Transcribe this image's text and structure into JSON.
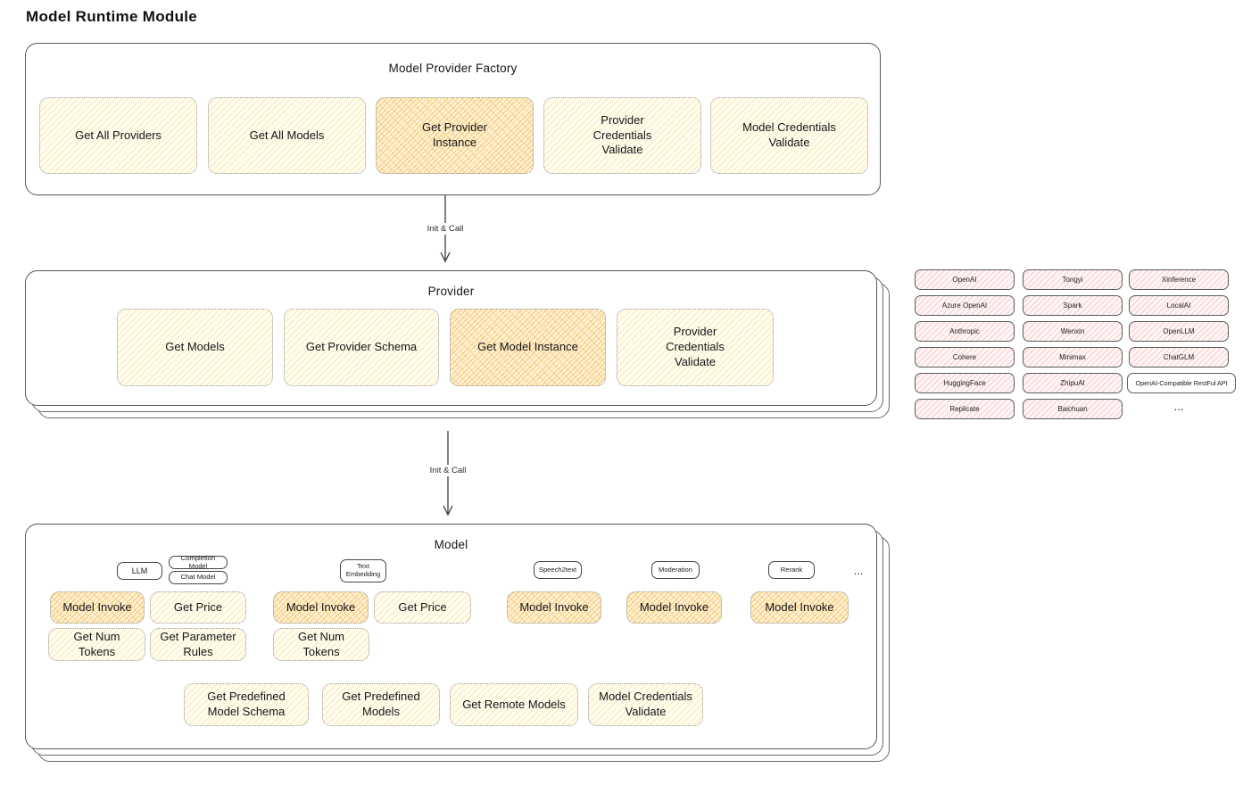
{
  "page_title": "Model Runtime Module",
  "colors": {
    "yellow_fill": "#fffdf0",
    "orange_fill": "#fdf1d3",
    "pink_fill": "#fef6f6",
    "blue_fill": "#f2f8fd",
    "border": "#585858"
  },
  "factory": {
    "title": "Model Provider Factory",
    "boxes": [
      {
        "label": "Get All Providers",
        "variant": "yellow"
      },
      {
        "label": "Get All Models",
        "variant": "yellow"
      },
      {
        "label": "Get Provider Instance",
        "variant": "orange"
      },
      {
        "label": "Provider Credentials Validate",
        "variant": "yellow"
      },
      {
        "label": "Model Credentials Validate",
        "variant": "yellow"
      }
    ]
  },
  "arrows": {
    "first": "Init & Call",
    "second": "Init & Call"
  },
  "provider": {
    "title": "Provider",
    "boxes": [
      {
        "label": "Get Models",
        "variant": "yellow"
      },
      {
        "label": "Get Provider Schema",
        "variant": "yellow"
      },
      {
        "label": "Get Model Instance",
        "variant": "orange"
      },
      {
        "label": "Provider Credentials Validate",
        "variant": "yellow"
      }
    ]
  },
  "providers_list": {
    "col1": [
      "OpenAI",
      "Azure OpenAI",
      "Anthropic",
      "Cohere",
      "HuggingFace",
      "Replicate"
    ],
    "col2": [
      "Tongyi",
      "Spark",
      "Wenxin",
      "Minimax",
      "ZhipuAI",
      "Baichuan"
    ],
    "col3": [
      "Xinference",
      "LocalAI",
      "OpenLLM",
      "ChatGLM",
      "OpenAI-Compatible RestFul API"
    ],
    "more": "..."
  },
  "model": {
    "title": "Model",
    "tags": {
      "llm": "LLM",
      "completion": "Completion Model",
      "chat": "Chat Model",
      "text_embedding": "Text Embedding",
      "speech2text": "Speech2text",
      "moderation": "Moderation",
      "rerank": "Rerank",
      "more": "..."
    },
    "llm_ops": {
      "invoke": "Model Invoke",
      "price": "Get Price",
      "tokens": "Get Num Tokens",
      "params": "Get Parameter Rules"
    },
    "embedding_ops": {
      "invoke": "Model Invoke",
      "price": "Get Price",
      "tokens": "Get Num Tokens"
    },
    "speech2text_ops": {
      "invoke": "Model Invoke"
    },
    "moderation_ops": {
      "invoke": "Model Invoke"
    },
    "rerank_ops": {
      "invoke": "Model Invoke"
    },
    "common_ops": {
      "schema": "Get Predefined Model Schema",
      "predefined": "Get Predefined Models",
      "remote": "Get Remote Models",
      "validate": "Model Credentials Validate"
    }
  }
}
